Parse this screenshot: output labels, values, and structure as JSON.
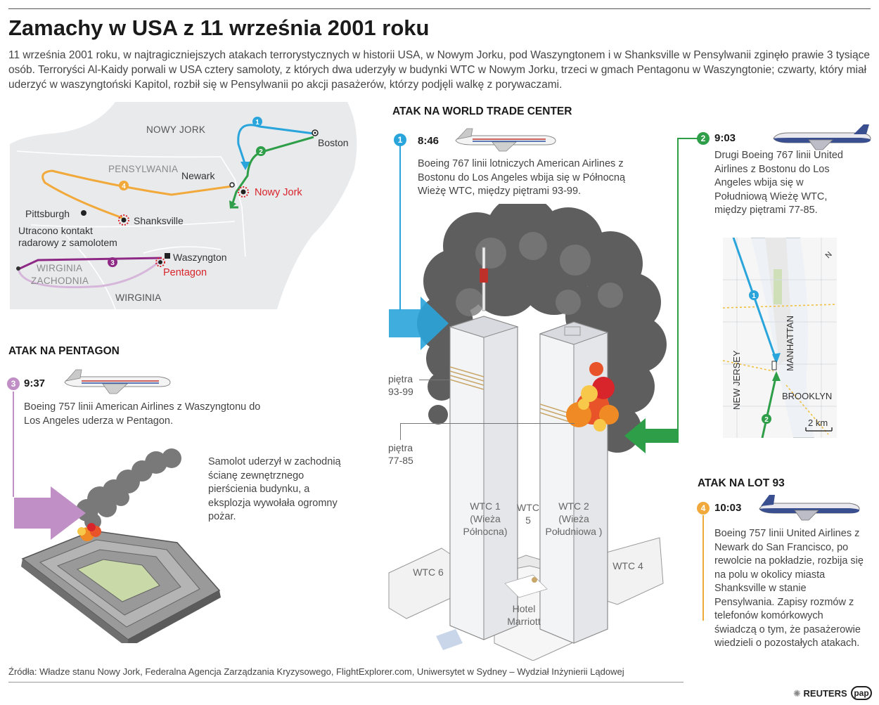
{
  "title": "Zamachy w USA z 11 września 2001 roku",
  "intro": "11 września 2001 roku, w najtragiczniejszych atakach terrorystycznych w historii USA, w Nowym Jorku, pod Waszyngtonem i w Shanksville w Pensylwanii zginęło prawie 3 tysiące osób. Terroryści Al-Kaidy porwali w USA cztery samoloty, z których dwa uderzyły w budynki WTC w Nowym Jorku, trzeci w gmach Pentagonu w Waszyngtonie; czwarty, który miał uderzyć w waszyngtoński Kapitol, rozbił się w Pensylwanii po akcji pasażerów, którzy podjęli walkę z porywaczami.",
  "colors": {
    "flight1": "#2aa5dc",
    "flight2": "#2e9e48",
    "flight3": "#8e2a86",
    "flight4": "#f2a93b",
    "crash": "#d8242b"
  },
  "map": {
    "region_labels": {
      "ny_state": "NOWY JORK",
      "pennsylvania": "PENSYLWANIA",
      "west_virginia_1": "WIRGINIA",
      "west_virginia_2": "ZACHODNIA",
      "virginia": "WIRGINIA"
    },
    "cities": {
      "boston": "Boston",
      "newark": "Newark",
      "new_york": "Nowy Jork",
      "pittsburgh": "Pittsburgh",
      "shanksville": "Shanksville",
      "washington": "Waszyngton",
      "pentagon": "Pentagon"
    },
    "radar_note": [
      "Utracono kontakt",
      "radarowy z samolotem"
    ],
    "badges": [
      "1",
      "2",
      "3",
      "4"
    ]
  },
  "wtc": {
    "heading": "ATAK NA WORLD TRADE CENTER",
    "flight1": {
      "badge": "1",
      "time": "8:46",
      "text": "Boeing 767 linii lotniczych American Airlines z Bostonu do Los Angeles wbija się w Północną Wieżę WTC, między piętrami 93-99."
    },
    "flight2": {
      "badge": "2",
      "time": "9:03",
      "text": "Drugi Boeing 767 linii United Airlines z Bostonu do Los Angeles wbija się w Południową Wieżę WTC, między piętrami 77-85."
    },
    "floors1": [
      "piętra",
      "93-99"
    ],
    "floors2": [
      "piętra",
      "77-85"
    ],
    "buildings": {
      "wtc1": [
        "WTC 1",
        "(Wieża",
        "Północna)"
      ],
      "wtc2": [
        "WTC 2",
        "(Wieża",
        "Południowa )"
      ],
      "wtc5": [
        "WTC",
        "5"
      ],
      "wtc6": "WTC 6",
      "wtc4": "WTC 4",
      "marriott": [
        "Hotel",
        "Marriott"
      ]
    },
    "inset": {
      "manhattan": "MANHATTAN",
      "new_jersey": "NEW JERSEY",
      "brooklyn": "BROOKLYN",
      "scale": "2 km",
      "north": "N"
    }
  },
  "pentagon": {
    "heading": "ATAK NA PENTAGON",
    "badge": "3",
    "time": "9:37",
    "text": "Boeing 757 linii American Airlines z Waszyngtonu do Los Angeles uderza w Pentagon.",
    "note": "Samolot uderzył w zachodnią ścianę zewnętrznego pierścienia budynku, a eksplozja wywołała ogromny pożar."
  },
  "flight93": {
    "heading": "ATAK NA LOT 93",
    "badge": "4",
    "time": "10:03",
    "text": "Boeing 757 linii United Airlines z Newark do San Francisco, po rewolcie na pokładzie, rozbija się na polu w okolicy miasta Shanksville w stanie Pensylwania. Zapisy rozmów z telefonów komórkowych świadczą o tym, że pasażerowie wiedzieli o pozostałych atakach."
  },
  "sources": "Źródła: Władze stanu Nowy Jork, Federalna Agencja Zarządzania Kryzysowego, FlightExplorer.com, Uniwersytet w Sydney – Wydział Inżynierii Lądowej",
  "credits": {
    "reuters": "REUTERS",
    "pap": "pap"
  }
}
